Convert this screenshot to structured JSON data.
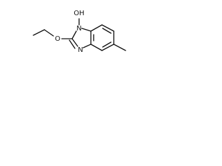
{
  "molecule": {
    "atoms": {
      "hydroxyl": "OH",
      "nitrogen_top": "N",
      "nitrogen_bottom": "N",
      "ether_oxygen": "O"
    }
  }
}
